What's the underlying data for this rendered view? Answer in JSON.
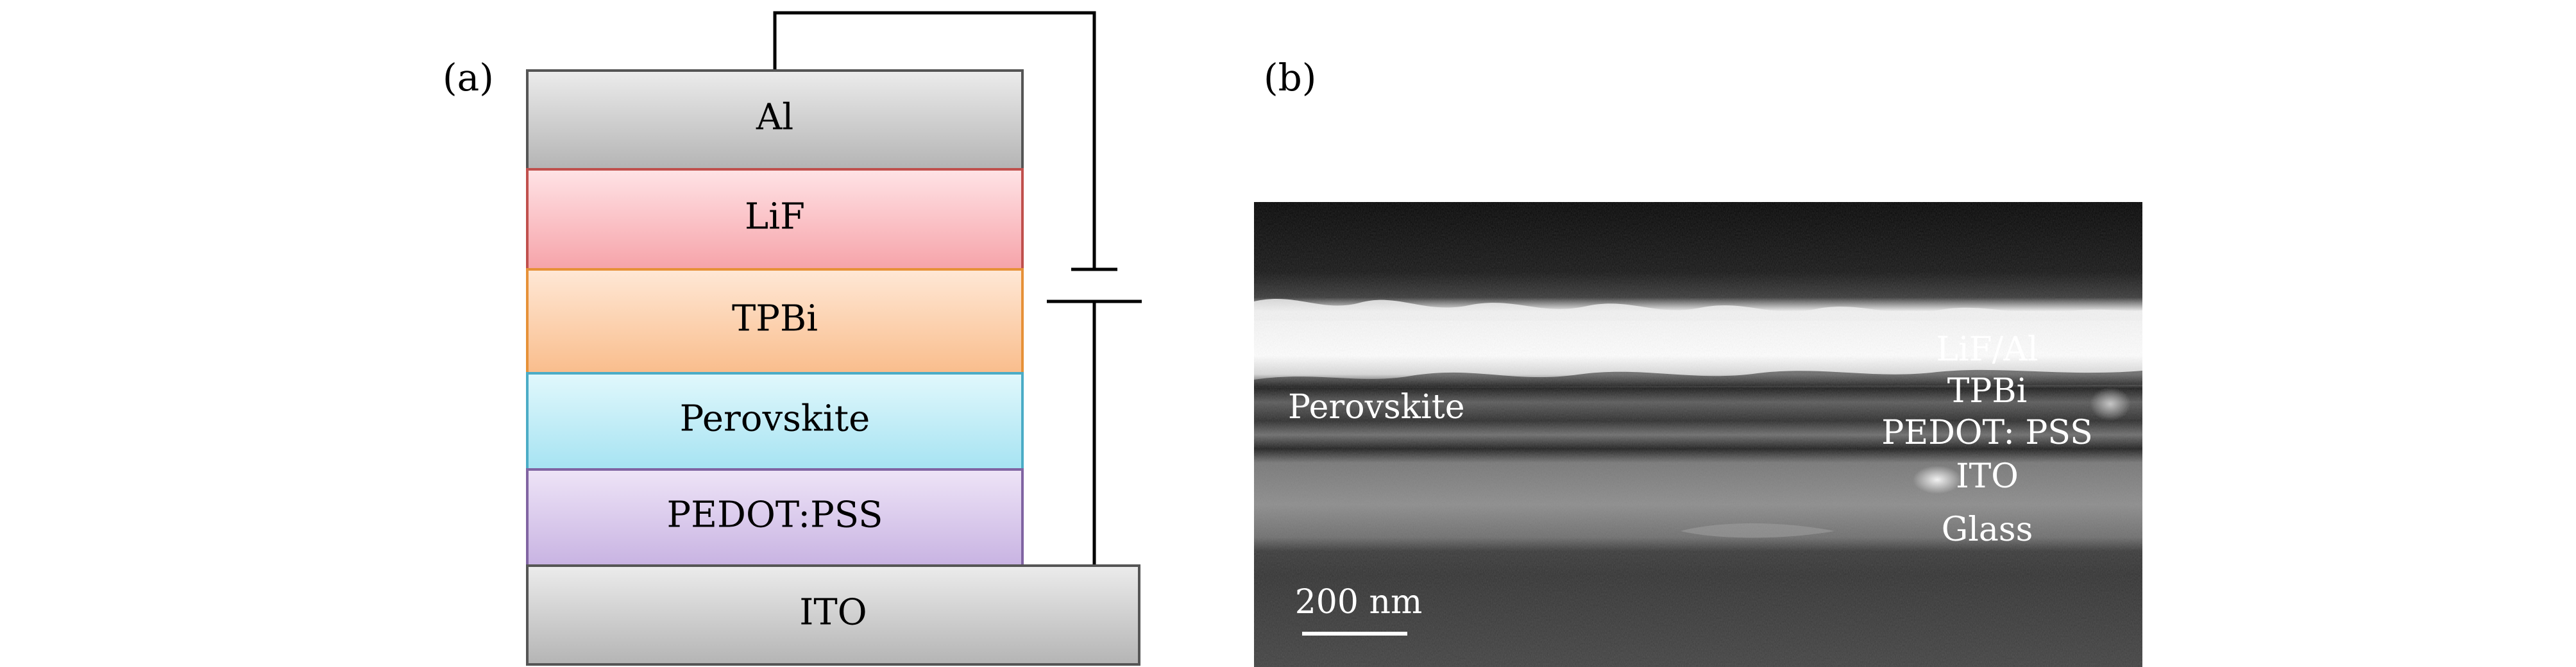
{
  "panels": {
    "a_label": "(a)",
    "b_label": "(b)"
  },
  "device_stack": {
    "layers": [
      {
        "name": "Al",
        "color_top": "#ececec",
        "color_bottom": "#b4b4b4",
        "edge": "#555555"
      },
      {
        "name": "LiF",
        "color_top": "#ffe3e6",
        "color_bottom": "#f6a3a9",
        "edge": "#c0504d"
      },
      {
        "name": "TPBi",
        "color_top": "#ffe8d6",
        "color_bottom": "#f9bd8c",
        "edge": "#e69138"
      },
      {
        "name": "Perovskite",
        "color_top": "#e1f8fc",
        "color_bottom": "#a6e3f2",
        "edge": "#4bacc6"
      },
      {
        "name": "PEDOT:PSS",
        "color_top": "#eee4f7",
        "color_bottom": "#c8b3e2",
        "edge": "#8064a2"
      }
    ],
    "substrate": {
      "name": "ITO",
      "color_top": "#ececec",
      "color_bottom": "#b4b4b4",
      "edge": "#555555"
    }
  },
  "sem_image": {
    "left_label": "Perovskite",
    "right_labels": [
      "LiF/Al",
      "TPBi",
      "PEDOT: PSS",
      "ITO",
      "Glass"
    ],
    "scale_bar": "200 nm"
  }
}
